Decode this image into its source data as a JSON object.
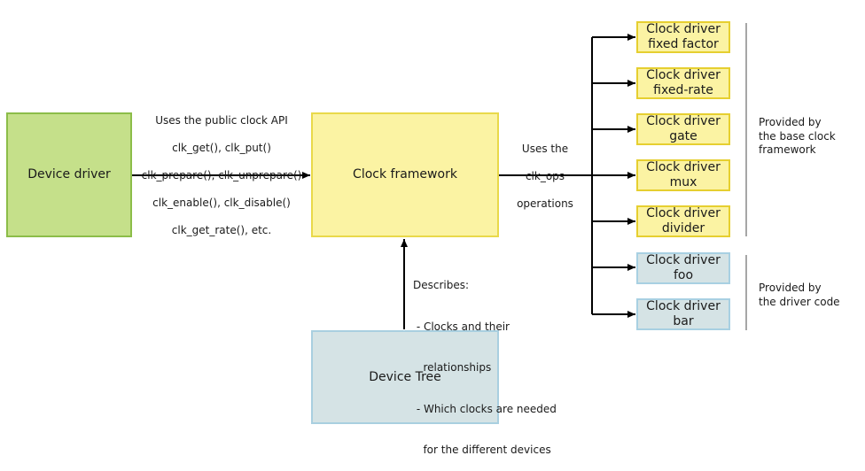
{
  "device_driver": {
    "label": "Device driver"
  },
  "clock_framework": {
    "label": "Clock framework"
  },
  "device_tree": {
    "label": "Device Tree"
  },
  "api_note": {
    "lines": [
      "Uses the public clock API",
      "clk_get(), clk_put()",
      "clk_prepare(), clk_unprepare()",
      "clk_enable(), clk_disable()",
      "clk_get_rate(), etc."
    ]
  },
  "ops_note": {
    "lines": [
      "Uses the",
      "clk_ops",
      "operations"
    ]
  },
  "describes_note": {
    "lines": [
      "Describes:",
      " - Clocks and their",
      "   relationships",
      " - Which clocks are needed",
      "   for the different devices"
    ]
  },
  "clock_drivers": [
    {
      "label": "Clock driver\nfixed factor",
      "kind": "base"
    },
    {
      "label": "Clock driver\nfixed-rate",
      "kind": "base"
    },
    {
      "label": "Clock driver\ngate",
      "kind": "base"
    },
    {
      "label": "Clock driver\nmux",
      "kind": "base"
    },
    {
      "label": "Clock driver\ndivider",
      "kind": "base"
    },
    {
      "label": "Clock driver\nfoo",
      "kind": "driver"
    },
    {
      "label": "Clock driver\nbar",
      "kind": "driver"
    }
  ],
  "groups": {
    "base": {
      "label": "Provided by\nthe base clock\nframework"
    },
    "driver": {
      "label": "Provided by\nthe driver code"
    }
  },
  "colors": {
    "green_fill": "#c5e08a",
    "yellow_fill": "#fbf3a3",
    "blue_fill": "#d5e3e5",
    "line": "#000000"
  }
}
